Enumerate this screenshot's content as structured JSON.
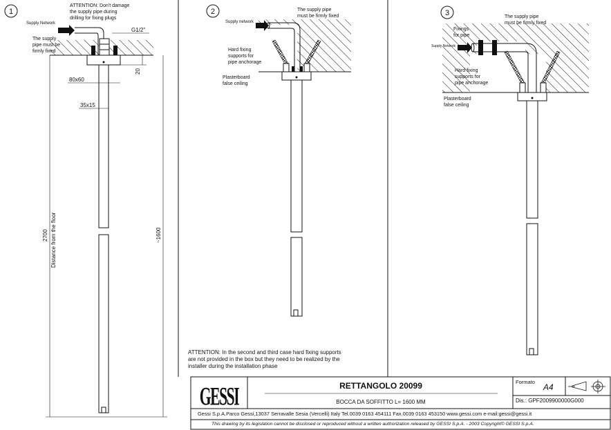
{
  "panels": [
    {
      "number": "1",
      "labels": {
        "supply_network": "Supply Network",
        "attention": [
          "ATTENTION: Don't damage",
          "the supply pipe during",
          "drilling for fixing plugs"
        ],
        "firmly_fixed": [
          "The supply",
          "pipe must be",
          "firmly fixed"
        ],
        "thread": "G1/2\"",
        "plate_size": "80x60",
        "pipe_size": "35x15",
        "plate_depth": "20",
        "floor_distance": "2700",
        "floor_caption": "Distance from the floor",
        "length": "~1600"
      }
    },
    {
      "number": "2",
      "labels": {
        "supply_network": "Supply network",
        "firmly_fixed": [
          "The supply pipe",
          "must be firmly fixed"
        ],
        "hard_fixing": [
          "Hard fixing",
          "supports for",
          "pipe anchorage"
        ],
        "false_ceiling": [
          "Plasterboard",
          "false ceiling"
        ]
      }
    },
    {
      "number": "3",
      "labels": {
        "supply_network": "Supply Network",
        "firmly_fixed": [
          "The supply pipe",
          "must be firmly fixed"
        ],
        "fixings": [
          "Fixings",
          "for pipe"
        ],
        "hard_fixing": [
          "Hard fixing",
          "supports for",
          "pipe anchorage"
        ],
        "false_ceiling": [
          "Plasterboard",
          "false ceiling"
        ]
      }
    }
  ],
  "attention_note": [
    "ATTENTION: In the second and third case hard fixing supports",
    "are not provided in the box but they need to be realized by the",
    "installer during the installation phase"
  ],
  "title_block": {
    "logo": "GESSI",
    "product": "RETTANGOLO 20099",
    "subtitle": "BOCCA DA SOFFITTO L= 1600 MM",
    "format_label": "Formato",
    "format_value": "A4",
    "drawing_number": "Dis.: GPF2009900000G000",
    "address": "Gessi S.p.A.Parco Gessi,13037 Serravalle Sesia (Vercelli) Italy Tel.0039 0163 454111 Fax.0039 0163 453150 www.gessi.com e-mail:gessi@gessi.it",
    "copyright": "This drawing by its legislation cannot be disclosed or reproduced without a written authorization released by GESSI S.p.A. - 2003 Copyright© GESSI S.p.A."
  }
}
